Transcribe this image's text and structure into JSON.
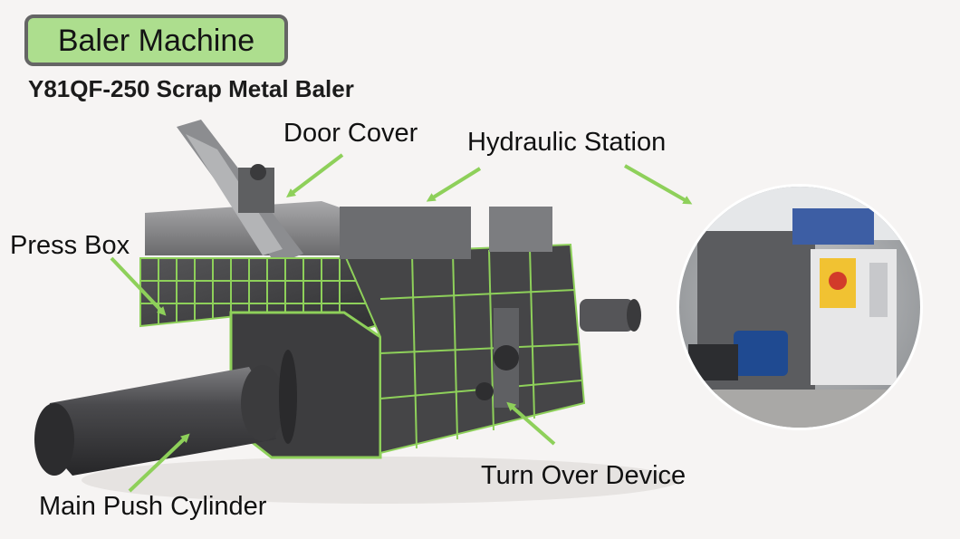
{
  "title_badge": "Baler Machine",
  "subtitle": "Y81QF-250 Scrap Metal Baler",
  "callouts": {
    "door_cover": "Door Cover",
    "hydraulic_station": "Hydraulic Station",
    "press_box": "Press Box",
    "turn_over_device": "Turn Over Device",
    "main_push_cylinder": "Main Push Cylinder"
  },
  "colors": {
    "badge_fill": "#adde8e",
    "badge_border": "#656565",
    "accent_green": "#8ed05a",
    "machine_gray": "#4a4a4b"
  }
}
